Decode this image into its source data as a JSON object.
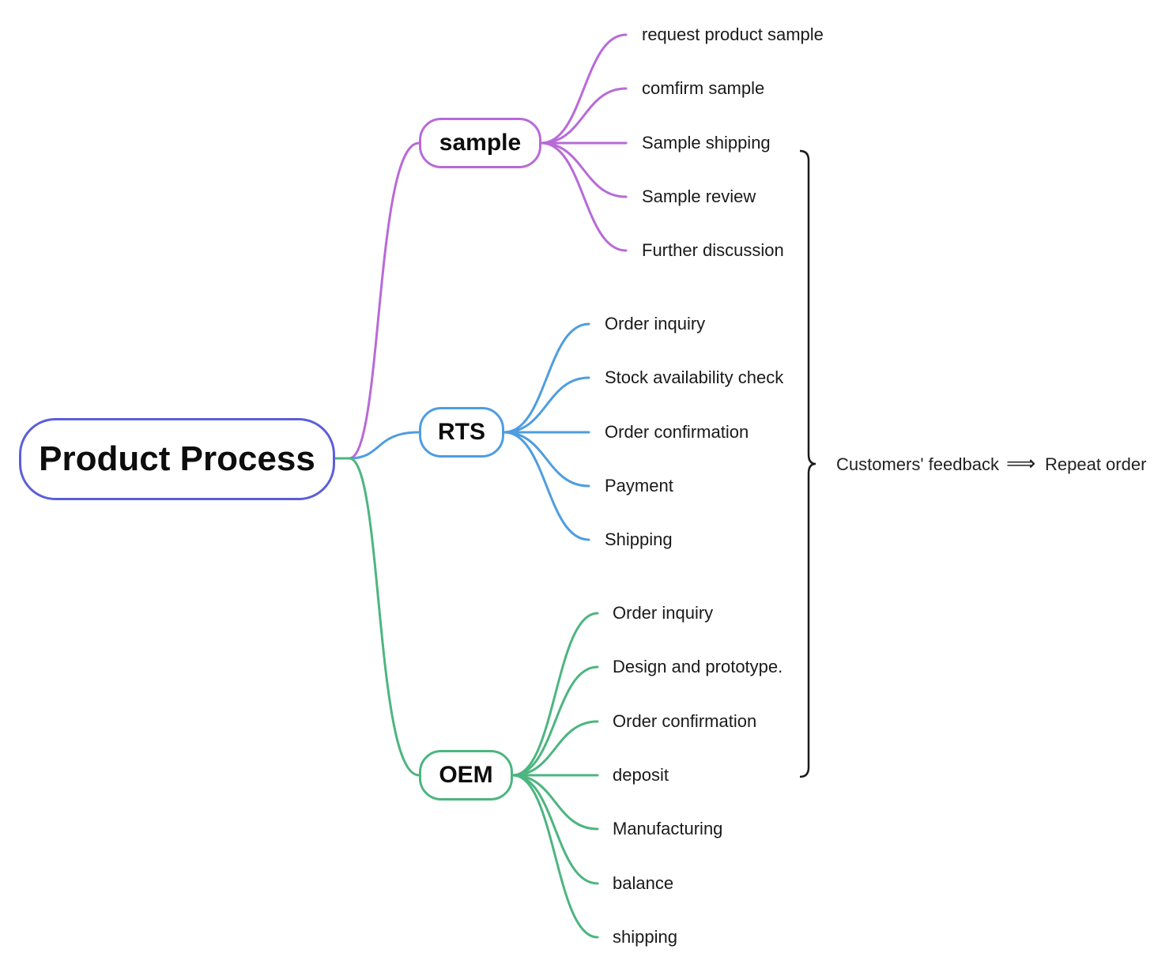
{
  "root": {
    "label": "Product Process",
    "color": "#5b5fd8"
  },
  "branches": [
    {
      "id": "sample",
      "label": "sample",
      "color": "#b86ad8",
      "children": [
        "request product sample",
        "comfirm sample",
        "Sample shipping",
        "Sample review",
        "Further discussion"
      ]
    },
    {
      "id": "rts",
      "label": "RTS",
      "color": "#4f9ddf",
      "children": [
        "Order inquiry",
        "Stock availability check",
        "Order confirmation",
        "Payment",
        "Shipping"
      ]
    },
    {
      "id": "oem",
      "label": "OEM",
      "color": "#4db580",
      "children": [
        "Order inquiry",
        "Design and prototype.",
        "Order confirmation",
        "deposit",
        "Manufacturing",
        "balance",
        "shipping"
      ]
    }
  ],
  "summary": {
    "feedback": "Customers' feedback",
    "arrow": "⟹",
    "result": "Repeat order"
  }
}
